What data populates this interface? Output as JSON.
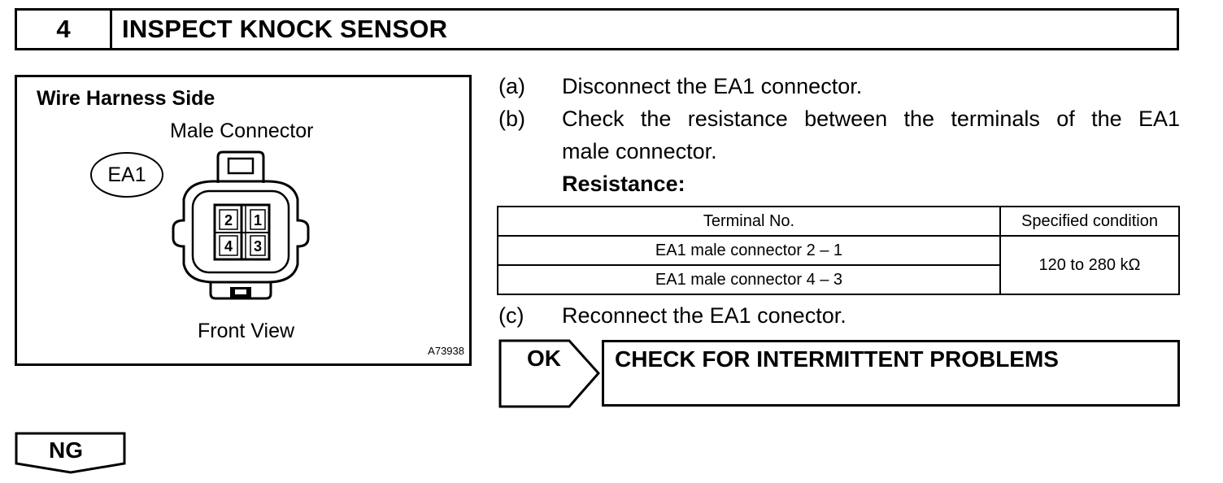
{
  "step": {
    "number": "4",
    "title": "INSPECT KNOCK SENSOR"
  },
  "figure": {
    "heading": "Wire Harness Side",
    "connector_type": "Male Connector",
    "connector_id": "EA1",
    "pins": [
      "2",
      "1",
      "4",
      "3"
    ],
    "view": "Front View",
    "code": "A73938"
  },
  "steps": [
    {
      "letter": "(a)",
      "lines": [
        "Disconnect the EA1 connector."
      ]
    },
    {
      "letter": "(b)",
      "lines": [
        "Check the resistance between the terminals of the EA1",
        "male connector."
      ]
    },
    {
      "letter": "(c)",
      "lines": [
        "Reconnect the EA1 conector."
      ]
    }
  ],
  "resistance_label": "Resistance:",
  "table": {
    "headers": [
      "Terminal No.",
      "Specified condition"
    ],
    "rows": [
      [
        "EA1 male connector 2 – 1",
        "120 to 280 kΩ"
      ],
      [
        "EA1 male connector 4 – 3",
        ""
      ]
    ]
  },
  "result_ok": {
    "label": "OK",
    "action": "CHECK FOR INTERMITTENT PROBLEMS"
  },
  "result_ng": {
    "label": "NG"
  }
}
